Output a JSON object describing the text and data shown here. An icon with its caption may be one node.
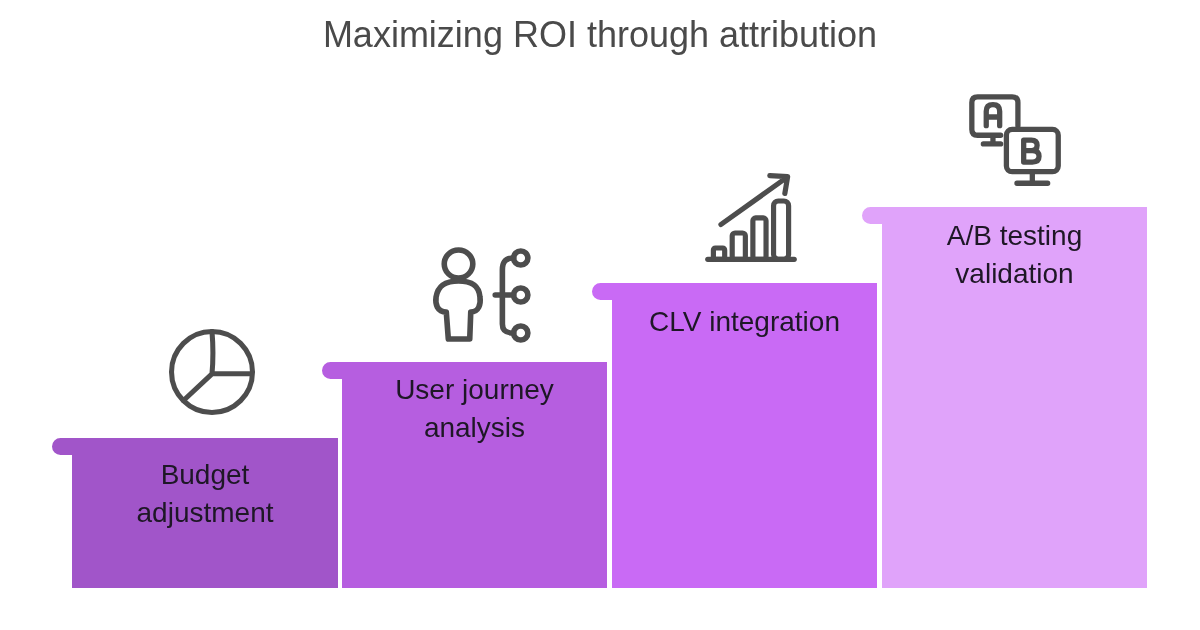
{
  "diagram": {
    "title": "Maximizing ROI through attribution",
    "nodes": [
      {
        "text": [
          "Budget adjustment"
        ]
      },
      {
        "text": [
          "User journey analysis"
        ]
      },
      {
        "text": [
          "CLV integration"
        ]
      },
      {
        "text": [
          "A/B testing validation"
        ]
      }
    ]
  }
}
